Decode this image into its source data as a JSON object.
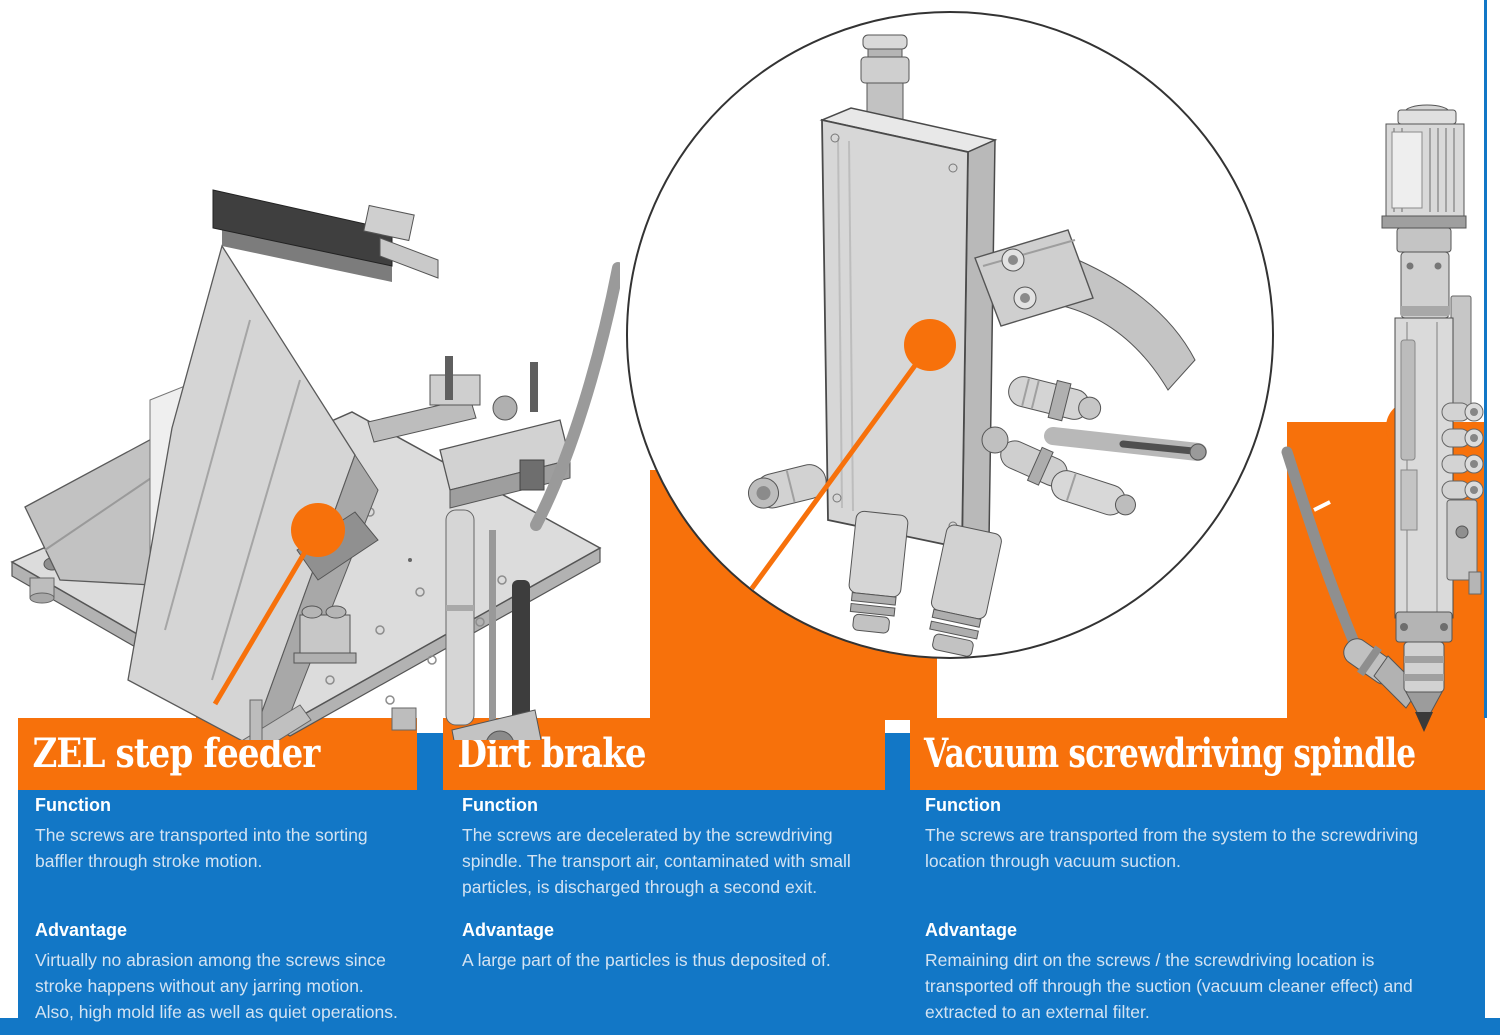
{
  "palette": {
    "orange": "#f7710b",
    "blue": "#1277c6",
    "panel-text": "#d3e3f2",
    "circle-rim": "#333333",
    "machine-gray": "#d7d7d7"
  },
  "sections": [
    {
      "title": "ZEL step feeder",
      "function_label": "Function",
      "function_text": "The screws are transported into the sorting\nbaffler through stroke motion.",
      "advantage_label": "Advantage",
      "advantage_text": "Virtually no abrasion among the screws since\nstroke happens without any jarring motion.\nAlso, high mold life as well as quiet operations."
    },
    {
      "title": "Dirt brake",
      "function_label": "Function",
      "function_text": "The screws are decelerated by the screwdriving\nspindle. The transport air, contaminated with small\nparticles, is discharged through a second exit.",
      "advantage_label": "Advantage",
      "advantage_text": "A large part of the particles is thus deposited of."
    },
    {
      "title": "Vacuum screwdriving spindle",
      "function_label": "Function",
      "function_text": "The screws are transported from the system to the screwdriving\nlocation through vacuum suction.",
      "advantage_label": "Advantage",
      "advantage_text": "Remaining dirt on the screws / the screwdriving location is\ntransported off through the suction (vacuum cleaner effect) and\nextracted to an external filter."
    }
  ],
  "figures": [
    {
      "name": "ZEL step feeder machine illustration"
    },
    {
      "name": "Dirt brake detail in magnifier circle"
    },
    {
      "name": "Vacuum screwdriving spindle illustration"
    }
  ]
}
